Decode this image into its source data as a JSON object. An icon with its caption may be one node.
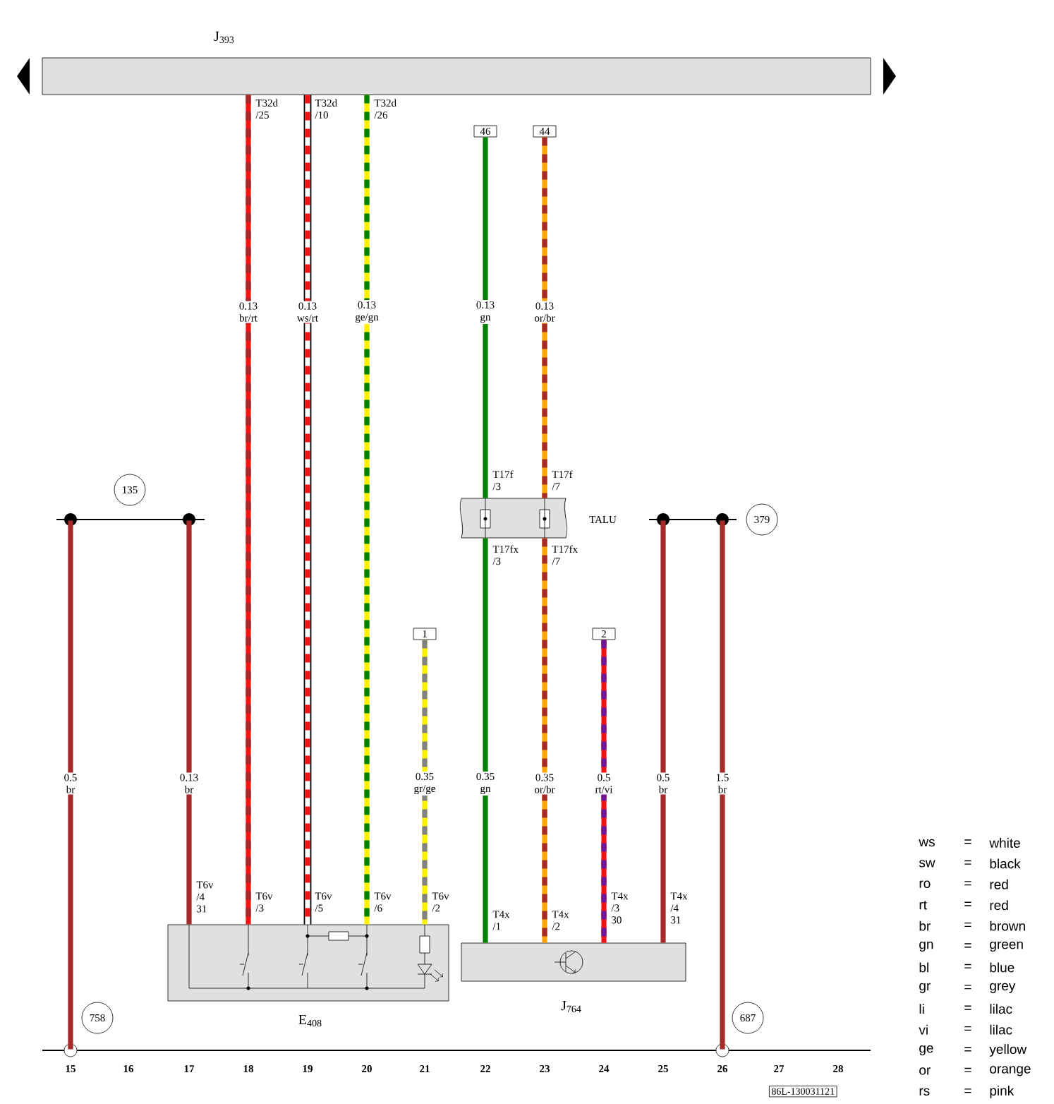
{
  "diagram": {
    "nodes": [
      {
        "text": [
          "J$_{393}$"
        ]
      },
      {
        "text": [
          "46"
        ]
      },
      {
        "text": [
          "44"
        ]
      },
      {
        "text": [
          "TALU"
        ]
      },
      {
        "text": [],
        "shape": "bar"
      },
      {
        "text": [],
        "shape": "bar"
      },
      {
        "text": [
          "1"
        ]
      },
      {
        "text": [
          "2"
        ]
      },
      {
        "text": [
          "E$_{408}$"
        ]
      },
      {
        "text": [
          "J$_{764}$"
        ]
      },
      {
        "text": [],
        "shape": "bar"
      },
      {
        "text": [
          "135"
        ]
      },
      {
        "text": [
          "379"
        ]
      },
      {
        "text": [
          "758"
        ]
      },
      {
        "text": [
          "687"
        ]
      }
    ],
    "edges": [
      {
        "from": 0,
        "to": 8,
        "arrow": "none",
        "label": "0.13 br/rt"
      },
      {
        "from": 0,
        "to": 8,
        "arrow": "none",
        "label": "0.13 ws/rt",
        "color": "#000000"
      },
      {
        "from": 0,
        "to": 8,
        "arrow": "none",
        "label": "0.13 ge/gn",
        "color": "#fff000"
      },
      {
        "from": 1,
        "to": 3,
        "arrow": "none",
        "label": "0.13 gn",
        "color": "#008000"
      },
      {
        "from": 2,
        "to": 3,
        "arrow": "none",
        "label": "0.13 or/br",
        "color": "#ffa500"
      },
      {
        "from": 4,
        "to": 10,
        "arrow": "none",
        "label": "0.5 br"
      },
      {
        "from": 4,
        "to": 8,
        "arrow": "none",
        "label": "0.13 br"
      },
      {
        "from": 6,
        "to": 8,
        "arrow": "none",
        "label": "0.35 gr/ge",
        "color": "#fff000"
      },
      {
        "from": 3,
        "to": 9,
        "arrow": "none",
        "label": "0.35 gn",
        "color": "#008000"
      },
      {
        "from": 3,
        "to": 9,
        "arrow": "none",
        "label": "0.35 or/br",
        "color": "#ffa500"
      },
      {
        "from": 7,
        "to": 9,
        "arrow": "none",
        "label": "0.5 rt/vi"
      },
      {
        "from": 5,
        "to": 9,
        "arrow": "none",
        "label": "0.5 br"
      },
      {
        "from": 5,
        "to": 10,
        "arrow": "none",
        "label": "1.5 br"
      }
    ],
    "labels": [
      "T32d /25",
      "T32d /10",
      "T32d /26",
      "T17f /3",
      "T17f /7",
      "T17fx /3",
      "T17fx /7",
      "T6v /4 31",
      "T6v /3",
      "T6v /5",
      "T6v /6",
      "T6v /2",
      "T4x /1",
      "T4x /2",
      "T4x /3 30",
      "T4x /4 31",
      "15",
      "16",
      "17",
      "18",
      "19",
      "20",
      "21",
      "22",
      "23",
      "24",
      "25",
      "26",
      "27",
      "28",
      "ws",
      "=",
      "white",
      "sw",
      "=",
      "black",
      "ro",
      "=",
      "red",
      "rt",
      "=",
      "red",
      "br",
      "=",
      "brown",
      "gn",
      "=",
      "green",
      "bl",
      "=",
      "blue",
      "gr",
      "=",
      "grey",
      "li",
      "=",
      "lilac",
      "vi",
      "=",
      "lilac",
      "ge",
      "=",
      "yellow",
      "or",
      "=",
      "orange",
      "rs",
      "=",
      "pink",
      "86L-130031121"
    ]
  }
}
